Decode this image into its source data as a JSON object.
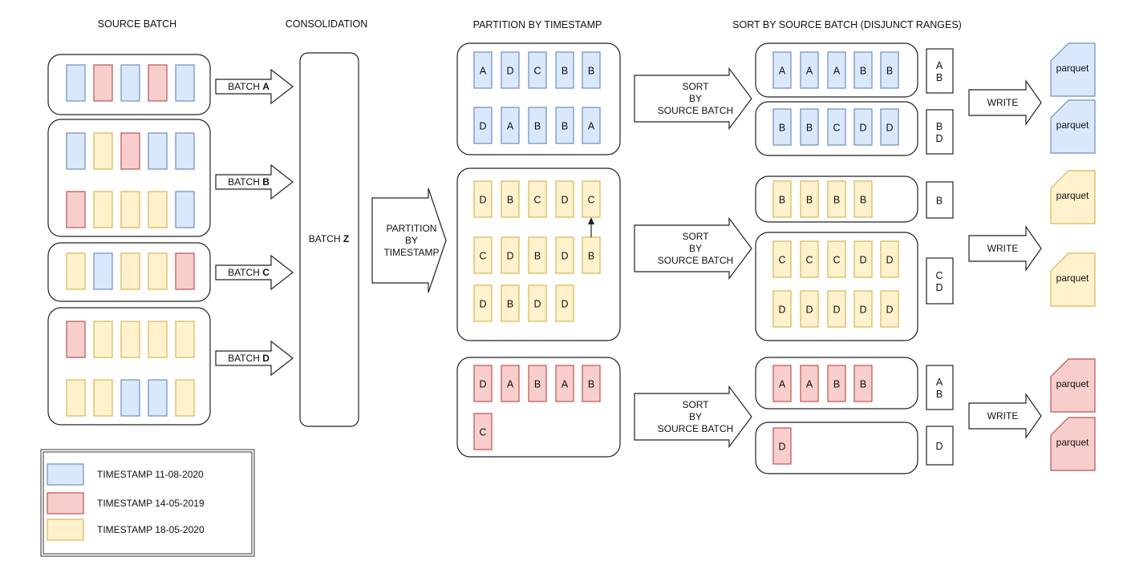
{
  "colors": {
    "blue": {
      "fill": "#dae8fc",
      "stroke": "#6c8ebf"
    },
    "red": {
      "fill": "#f8cecc",
      "stroke": "#b85450"
    },
    "yellow": {
      "fill": "#fff2cc",
      "stroke": "#d6b656"
    }
  },
  "headers": {
    "source_batch": "SOURCE BATCH",
    "consolidation": "CONSOLIDATION",
    "partition": "PARTITION BY TIMESTAMP",
    "sort": "SORT BY SOURCE BATCH (DISJUNCT RANGES)"
  },
  "source_batches": [
    {
      "label_prefix": "BATCH ",
      "label_bold": "A",
      "rows": [
        [
          "blue",
          "red",
          "blue",
          "red",
          "blue"
        ]
      ]
    },
    {
      "label_prefix": "BATCH ",
      "label_bold": "B",
      "rows": [
        [
          "blue",
          "yellow",
          "red",
          "blue",
          "blue"
        ],
        [
          "red",
          "yellow",
          "yellow",
          "yellow",
          "blue"
        ]
      ]
    },
    {
      "label_prefix": "BATCH ",
      "label_bold": "C",
      "rows": [
        [
          "yellow",
          "blue",
          "yellow",
          "yellow",
          "red"
        ]
      ]
    },
    {
      "label_prefix": "BATCH ",
      "label_bold": "D",
      "rows": [
        [
          "red",
          "yellow",
          "yellow",
          "yellow",
          "yellow"
        ],
        [
          "yellow",
          "yellow",
          "blue",
          "blue",
          "yellow"
        ]
      ]
    }
  ],
  "consolidation": {
    "label_prefix": "BATCH ",
    "label_bold": "Z"
  },
  "partition_arrow": [
    "PARTITION",
    "BY",
    "TIMESTAMP"
  ],
  "partitions": [
    {
      "color": "blue",
      "rows": [
        [
          "A",
          "D",
          "C",
          "B",
          "B"
        ],
        [
          "D",
          "A",
          "B",
          "B",
          "A"
        ]
      ]
    },
    {
      "color": "yellow",
      "rows": [
        [
          "D",
          "B",
          "C",
          "D",
          "C"
        ],
        [
          "C",
          "D",
          "B",
          "D",
          "B"
        ],
        [
          "D",
          "B",
          "D",
          "D"
        ]
      ],
      "annotation": "arrow from row 2 col 5 (B) up to row 1 col 5 (C)"
    },
    {
      "color": "red",
      "rows": [
        [
          "D",
          "A",
          "B",
          "A",
          "B"
        ],
        [
          "C"
        ]
      ]
    }
  ],
  "sort_arrow": [
    "SORT",
    "BY",
    "SOURCE BATCH"
  ],
  "sorted": [
    {
      "color": "blue",
      "groups": [
        {
          "rows": [
            [
              "A",
              "A",
              "A",
              "B",
              "B"
            ]
          ],
          "range": [
            "A",
            "B"
          ]
        },
        {
          "rows": [
            [
              "B",
              "B",
              "C",
              "D",
              "D"
            ]
          ],
          "range": [
            "B",
            "D"
          ]
        }
      ]
    },
    {
      "color": "yellow",
      "groups": [
        {
          "rows": [
            [
              "B",
              "B",
              "B",
              "B"
            ]
          ],
          "range": [
            "B"
          ]
        },
        {
          "rows": [
            [
              "C",
              "C",
              "C",
              "D",
              "D"
            ],
            [
              "D",
              "D",
              "D",
              "D",
              "D"
            ]
          ],
          "range": [
            "C",
            "D"
          ]
        }
      ]
    },
    {
      "color": "red",
      "groups": [
        {
          "rows": [
            [
              "A",
              "A",
              "B",
              "B"
            ]
          ],
          "range": [
            "A",
            "B"
          ]
        },
        {
          "rows": [
            [
              "D"
            ]
          ],
          "range": [
            "D"
          ]
        }
      ]
    }
  ],
  "write_label": "WRITE",
  "file_label": "parquet",
  "legend": [
    {
      "color": "blue",
      "label": "TIMESTAMP 11-08-2020"
    },
    {
      "color": "red",
      "label": "TIMESTAMP 14-05-2019"
    },
    {
      "color": "yellow",
      "label": "TIMESTAMP 18-05-2020"
    }
  ]
}
